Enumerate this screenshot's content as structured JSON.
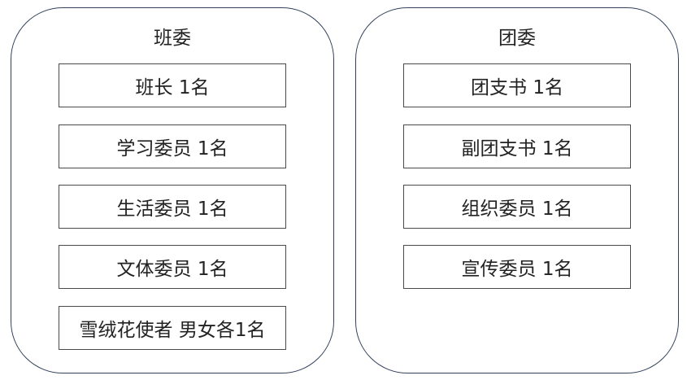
{
  "groups": [
    {
      "title": "班委",
      "roles": [
        "班长 1名",
        "学习委员 1名",
        "生活委员 1名",
        "文体委员 1名",
        "雪绒花使者 男女各1名"
      ]
    },
    {
      "title": "团委",
      "roles": [
        "团支书 1名",
        "副团支书 1名",
        "组织委员 1名",
        "宣传委员 1名"
      ]
    }
  ]
}
